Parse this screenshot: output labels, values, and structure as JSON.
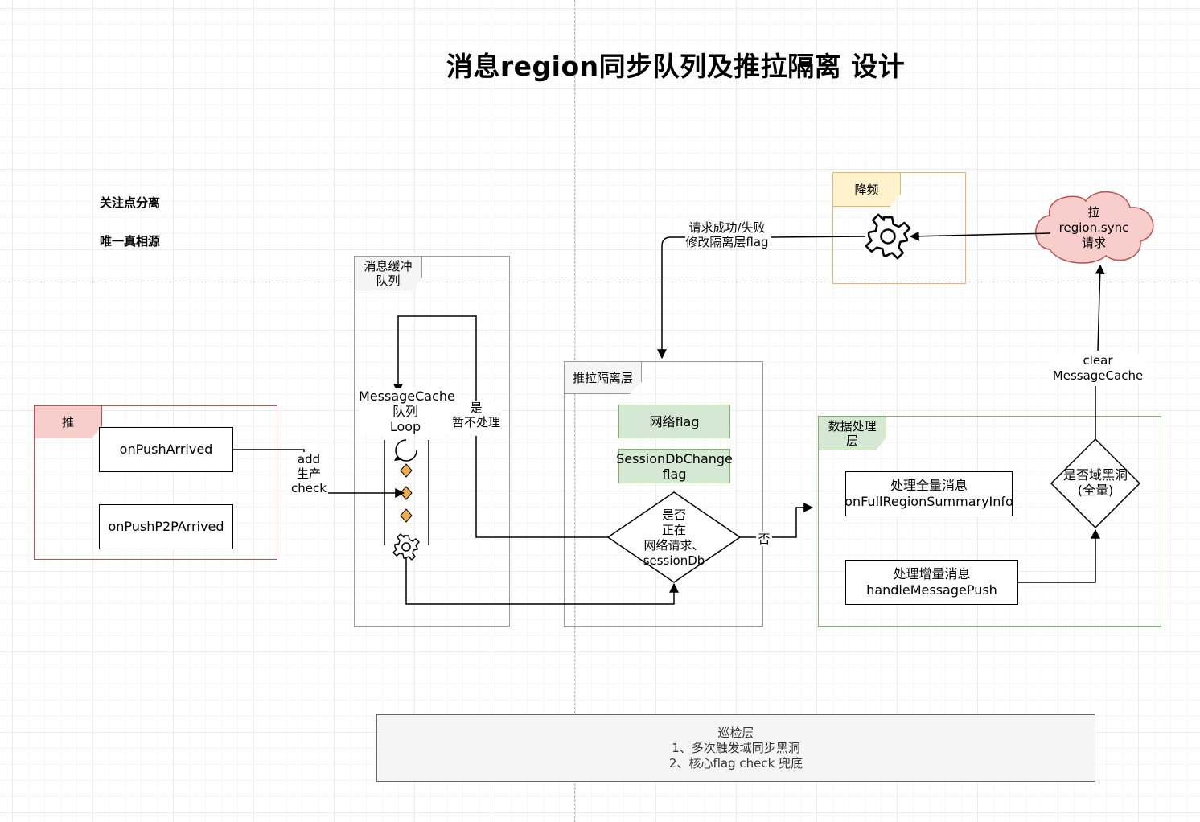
{
  "title": "消息region同步队列及推拉隔离 设计",
  "notes": [
    "关注点分离",
    "唯一真相源"
  ],
  "push": {
    "label": "推",
    "items": [
      "onPushArrived",
      "onPushP2PArrived"
    ],
    "edge_label": [
      "add",
      "生产",
      "check"
    ]
  },
  "cache": {
    "label": [
      "消息缓冲",
      "队列"
    ],
    "loop_label": [
      "MessageCache",
      "队列",
      "Loop"
    ],
    "yes_label": [
      "是",
      "暂不处理"
    ]
  },
  "isolation": {
    "label": "推拉隔离层",
    "flags": [
      "网络flag",
      "SessionDbChange\nflag"
    ],
    "decision": [
      "是否",
      "正在",
      "网络请求、",
      "sessionDb"
    ],
    "no_label": "否",
    "update_label": [
      "请求成功/失败",
      "修改隔离层flag"
    ]
  },
  "throttle": {
    "label": "降频"
  },
  "cloud": {
    "label": [
      "拉",
      "region.sync",
      "请求"
    ]
  },
  "clear_label": [
    "clear",
    "MessageCache"
  ],
  "processing": {
    "label": [
      "数据处理",
      "层"
    ],
    "full": [
      "处理全量消息",
      "onFullRegionSummaryInfo"
    ],
    "incremental": [
      "处理增量消息",
      "handleMessagePush"
    ],
    "decision": [
      "是否域黑洞",
      "(全量)"
    ]
  },
  "inspection": {
    "lines": [
      "巡检层",
      "1、多次触发域同步黑洞",
      "2、核心flag check 兜底"
    ]
  },
  "colors": {
    "push_frame": "#b85450",
    "push_tag": "#f8cecc",
    "cache_frame": "#999999",
    "throttle_frame": "#f0b26b",
    "throttle_tag": "#fff2cc",
    "processing_frame": "#82b366",
    "processing_tag": "#d5e8d4",
    "flag_fill": "#d5e8d4",
    "cloud_fill": "#f8cecc",
    "inspection_fill": "#f5f5f5"
  }
}
